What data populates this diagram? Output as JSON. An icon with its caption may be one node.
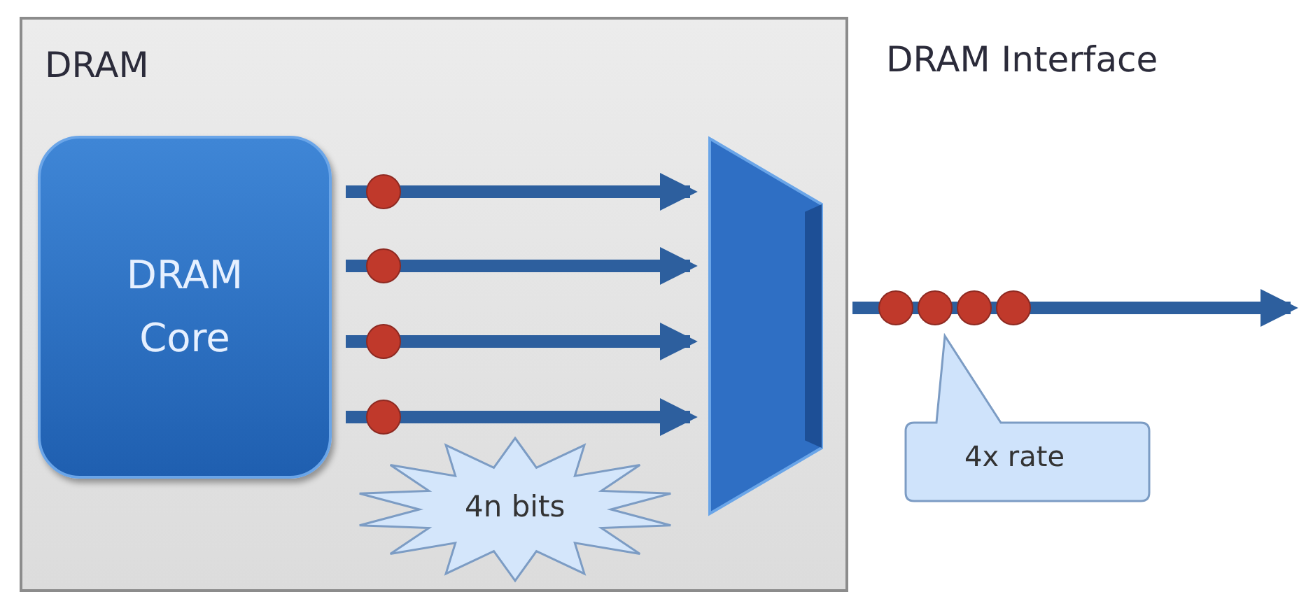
{
  "diagram": {
    "nodes": [
      {
        "text": [
          "DRAM"
        ]
      },
      {
        "text": [
          "DRAM Core"
        ],
        "in": 0
      },
      {
        "text": [],
        "shape": "trapezoid",
        "in": 0
      },
      {
        "text": [
          "4n bits"
        ],
        "in": 0
      },
      {
        "text": [
          "4x rate"
        ]
      }
    ],
    "edges": [
      {
        "from": 1,
        "to": 2,
        "arrow": "to"
      },
      {
        "from": 1,
        "to": 2,
        "arrow": "to"
      },
      {
        "from": 1,
        "to": 2,
        "arrow": "to"
      },
      {
        "from": 1,
        "to": 2,
        "arrow": "to"
      },
      {
        "from": 2,
        "to": null,
        "arrow": "to"
      }
    ],
    "labels": [
      "DRAM Interface"
    ]
  }
}
